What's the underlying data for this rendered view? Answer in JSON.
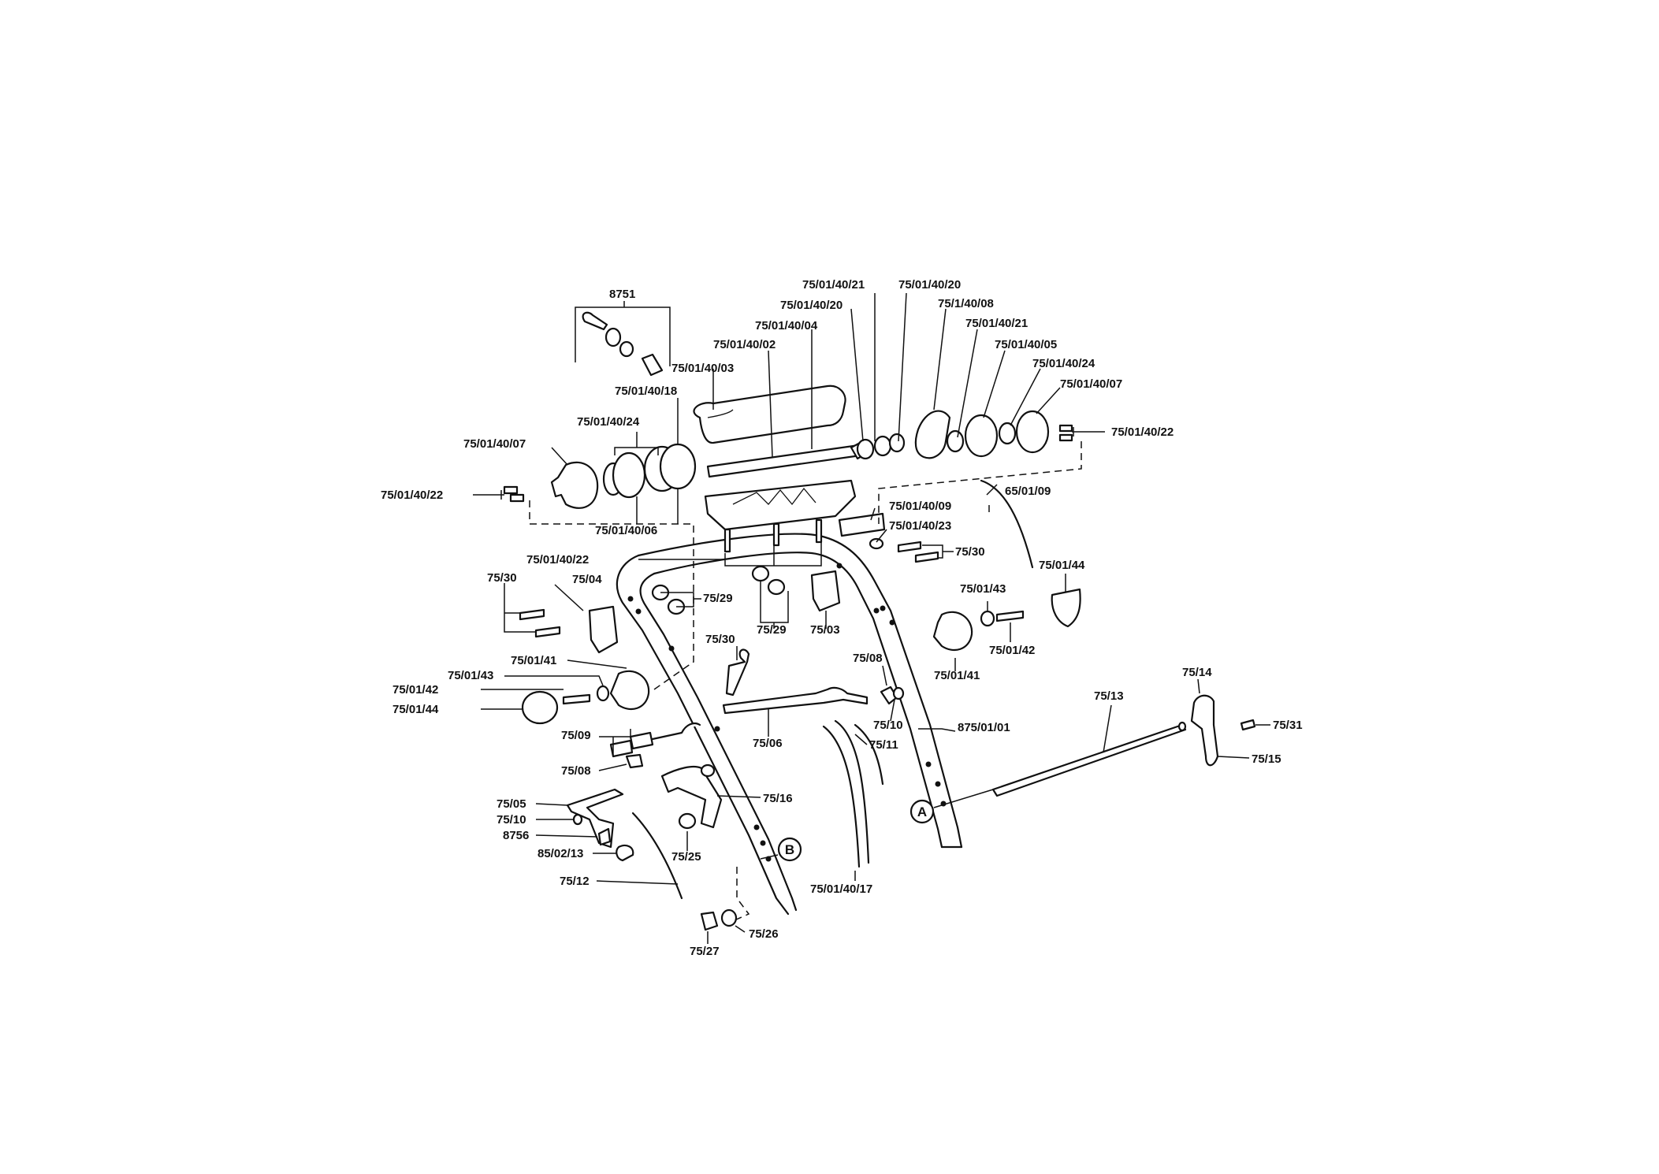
{
  "labels": [
    {
      "id": "l-8751",
      "text": "8751"
    },
    {
      "id": "l-75-01-40-21-a",
      "text": "75/01/40/21"
    },
    {
      "id": "l-75-01-40-20-a",
      "text": "75/01/40/20"
    },
    {
      "id": "l-75-01-40-20-b",
      "text": "75/01/40/20"
    },
    {
      "id": "l-75-1-40-08",
      "text": "75/1/40/08"
    },
    {
      "id": "l-75-01-40-04",
      "text": "75/01/40/04"
    },
    {
      "id": "l-75-01-40-21-b",
      "text": "75/01/40/21"
    },
    {
      "id": "l-75-01-40-02",
      "text": "75/01/40/02"
    },
    {
      "id": "l-75-01-40-05",
      "text": "75/01/40/05"
    },
    {
      "id": "l-75-01-40-03",
      "text": "75/01/40/03"
    },
    {
      "id": "l-75-01-40-24-a",
      "text": "75/01/40/24"
    },
    {
      "id": "l-75-01-40-07-a",
      "text": "75/01/40/07"
    },
    {
      "id": "l-75-01-40-18",
      "text": "75/01/40/18"
    },
    {
      "id": "l-75-01-40-22-a",
      "text": "75/01/40/22"
    },
    {
      "id": "l-75-01-40-24-b",
      "text": "75/01/40/24"
    },
    {
      "id": "l-75-01-40-07-b",
      "text": "75/01/40/07"
    },
    {
      "id": "l-75-01-40-22-b",
      "text": "75/01/40/22"
    },
    {
      "id": "l-65-01-09",
      "text": "65/01/09"
    },
    {
      "id": "l-75-01-40-09",
      "text": "75/01/40/09"
    },
    {
      "id": "l-75-01-40-06",
      "text": "75/01/40/06"
    },
    {
      "id": "l-75-01-40-23",
      "text": "75/01/40/23"
    },
    {
      "id": "l-75-30-a",
      "text": "75/30"
    },
    {
      "id": "l-75-01-40-22-c",
      "text": "75/01/40/22"
    },
    {
      "id": "l-75-01-44-a",
      "text": "75/01/44"
    },
    {
      "id": "l-75-30-b",
      "text": "75/30"
    },
    {
      "id": "l-75-04",
      "text": "75/04"
    },
    {
      "id": "l-75-29-a",
      "text": "75/29"
    },
    {
      "id": "l-75-01-43-a",
      "text": "75/01/43"
    },
    {
      "id": "l-75-29-b",
      "text": "75/29"
    },
    {
      "id": "l-75-03",
      "text": "75/03"
    },
    {
      "id": "l-75-01-42-a",
      "text": "75/01/42"
    },
    {
      "id": "l-75-30-c",
      "text": "75/30"
    },
    {
      "id": "l-75-01-41-a",
      "text": "75/01/41"
    },
    {
      "id": "l-75-08-a",
      "text": "75/08"
    },
    {
      "id": "l-75-01-41-b",
      "text": "75/01/41"
    },
    {
      "id": "l-75-01-43-b",
      "text": "75/01/43"
    },
    {
      "id": "l-75-14",
      "text": "75/14"
    },
    {
      "id": "l-75-01-42-b",
      "text": "75/01/42"
    },
    {
      "id": "l-75-13",
      "text": "75/13"
    },
    {
      "id": "l-75-01-44-b",
      "text": "75/01/44"
    },
    {
      "id": "l-75-10-a",
      "text": "75/10"
    },
    {
      "id": "l-875-01-01",
      "text": "875/01/01"
    },
    {
      "id": "l-75-31",
      "text": "75/31"
    },
    {
      "id": "l-75-09",
      "text": "75/09"
    },
    {
      "id": "l-75-06",
      "text": "75/06"
    },
    {
      "id": "l-75-11",
      "text": "75/11"
    },
    {
      "id": "l-75-15",
      "text": "75/15"
    },
    {
      "id": "l-75-08-b",
      "text": "75/08"
    },
    {
      "id": "l-75-16",
      "text": "75/16"
    },
    {
      "id": "l-75-05",
      "text": "75/05"
    },
    {
      "id": "l-75-10-b",
      "text": "75/10"
    },
    {
      "id": "l-8756",
      "text": "8756"
    },
    {
      "id": "l-75-25",
      "text": "75/25"
    },
    {
      "id": "l-85-02-13",
      "text": "85/02/13"
    },
    {
      "id": "l-75-12",
      "text": "75/12"
    },
    {
      "id": "l-75-01-40-17",
      "text": "75/01/40/17"
    },
    {
      "id": "l-75-26",
      "text": "75/26"
    },
    {
      "id": "l-75-27",
      "text": "75/27"
    }
  ],
  "callouts": [
    {
      "id": "c-a",
      "text": "A"
    },
    {
      "id": "c-b",
      "text": "B"
    }
  ]
}
